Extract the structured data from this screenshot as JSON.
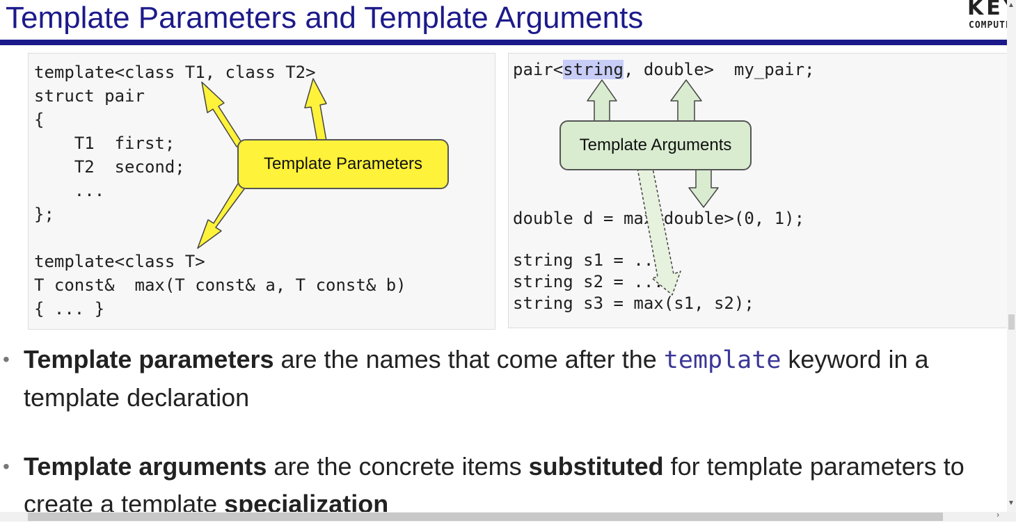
{
  "slide": {
    "title": "Template Parameters and Template Arguments",
    "logo_main": "KEY",
    "logo_sub": "COMPUTER"
  },
  "left_code": {
    "line1": "template<class T1, class T2>",
    "line2": "struct pair",
    "line3": "{",
    "line4": "    T1  first;",
    "line5": "    T2  second;",
    "line6": "    ...",
    "line7": "};",
    "line8": "template<class T>",
    "line9": "T const&  max(T const& a, T const& b)",
    "line10": "{ ... }"
  },
  "right_code": {
    "line1_pre": "pair<",
    "line1_highlight": "string",
    "line1_post": ", double>  my_pair;",
    "line2": "double d = max<double>(0, 1);",
    "line3": "string s1 = ...;",
    "line4": "string s2 = ...;",
    "line5": "string s3 = max(s1, s2);"
  },
  "callouts": {
    "params": "Template Parameters",
    "args": "Template Arguments"
  },
  "bullets": [
    {
      "bold1": "Template parameters",
      "text1": " are the names that come after the ",
      "code": "template",
      "text2": " keyword in a template declaration"
    },
    {
      "bold1": "Template arguments",
      "text1": " are the concrete items ",
      "bold2": "substituted",
      "text2": " for template parameters to create a template ",
      "bold3": "specialization"
    }
  ],
  "colors": {
    "title": "#1c1a8a",
    "params_callout": "#fff23a",
    "args_callout": "#d9ecd0",
    "highlight": "#c7cdf6",
    "keyword": "#3b3796"
  },
  "icons": {
    "scroll_up": "chevron-up-icon",
    "scroll_down": "chevron-down-icon",
    "scroll_right": "chevron-right-icon"
  }
}
